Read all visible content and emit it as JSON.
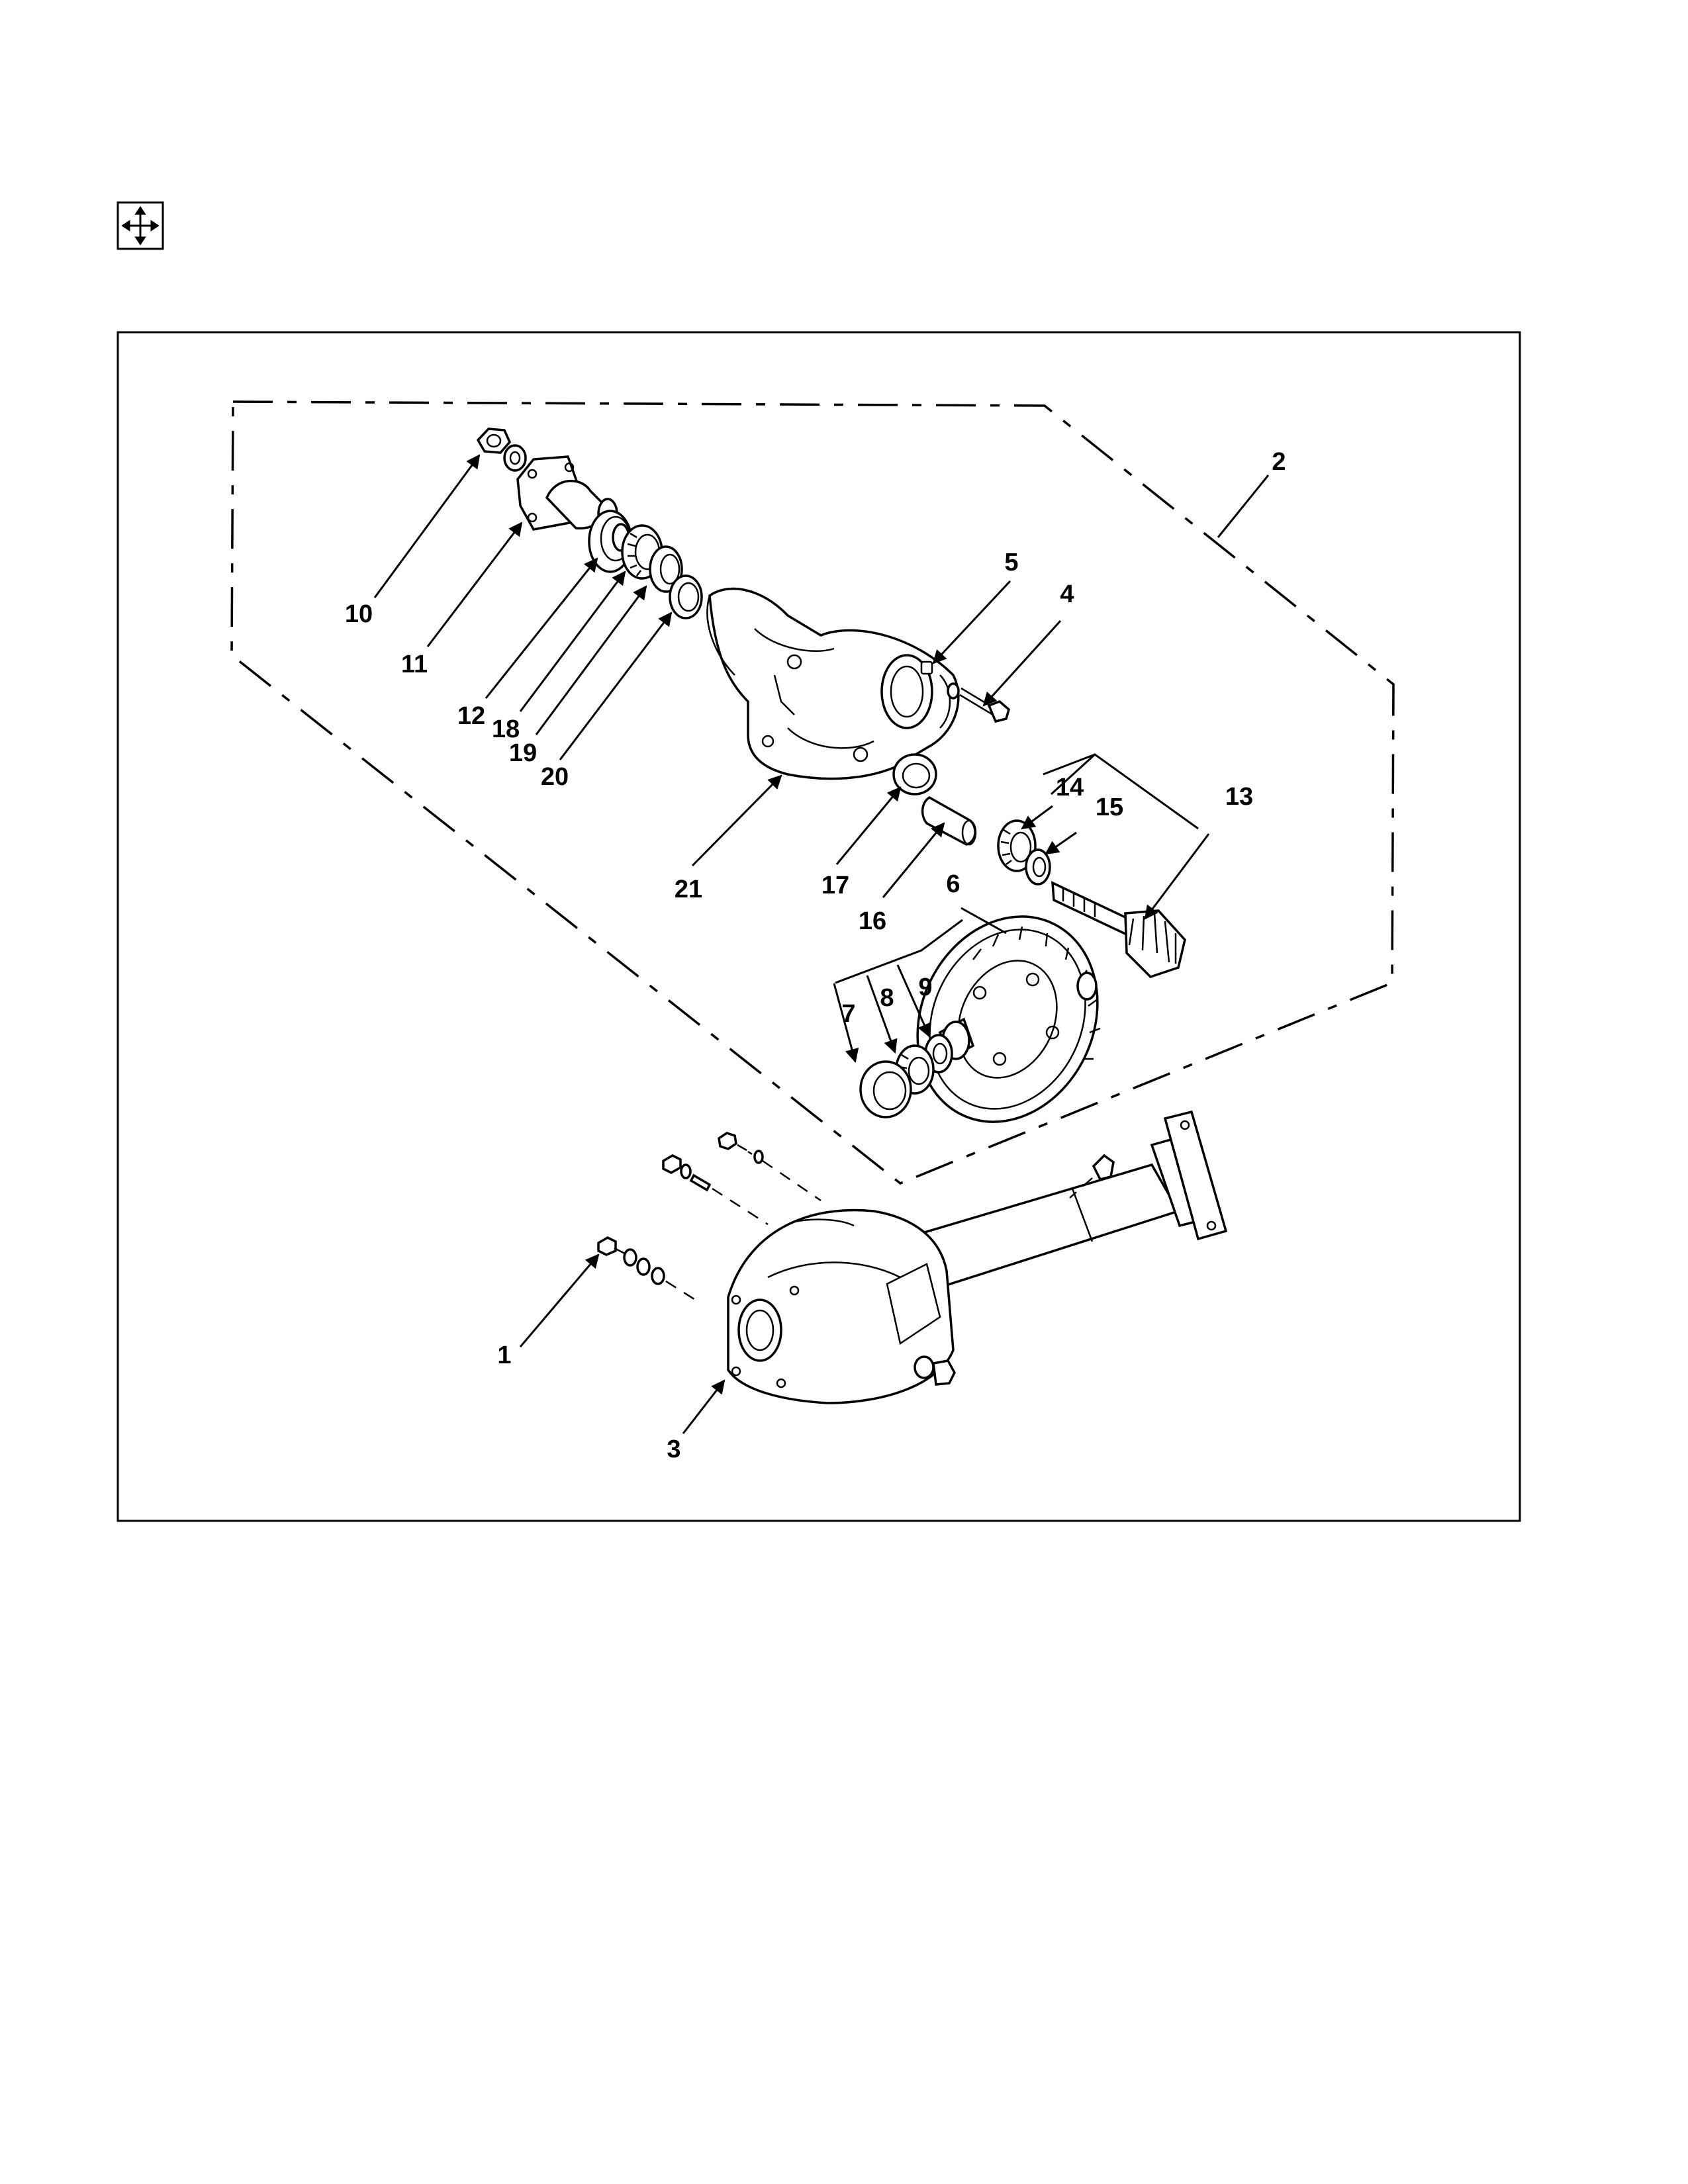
{
  "figure": {
    "icon": "move-arrows-icon",
    "callouts": {
      "c1": "1",
      "c2": "2",
      "c3": "3",
      "c4": "4",
      "c5": "5",
      "c6": "6",
      "c7": "7",
      "c8": "8",
      "c9": "9",
      "c10": "10",
      "c11": "11",
      "c12": "12",
      "c13": "13",
      "c14": "14",
      "c15": "15",
      "c16": "16",
      "c17": "17",
      "c18": "18",
      "c19": "19",
      "c20": "20",
      "c21": "21"
    }
  }
}
